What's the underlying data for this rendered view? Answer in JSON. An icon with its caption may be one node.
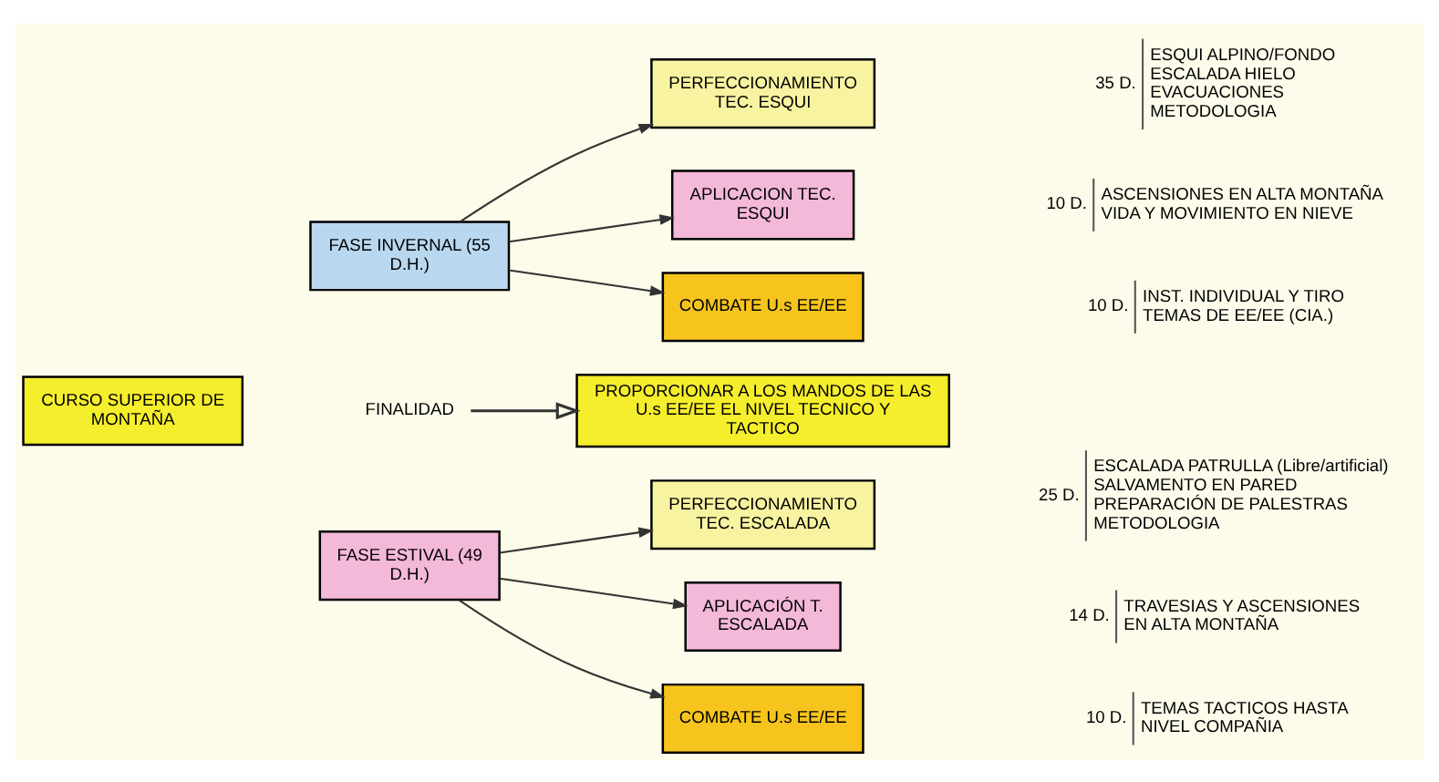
{
  "diagram": {
    "nodes": [
      {
        "text": [
          "CURSO SUPERIOR DE MONTAÑA"
        ]
      },
      {
        "text": [
          "FASE INVERNAL (55 D.H.)"
        ]
      },
      {
        "text": [
          "PERFECCIONAMIENTO TEC. ESQUI"
        ],
        "beside": [
          "35 D.",
          "ESQUI ALPINO/FONDO",
          "ESCALADA HIELO",
          "EVACUACIONES",
          "METODOLOGIA"
        ]
      },
      {
        "text": [
          "APLICACION TEC. ESQUI"
        ],
        "beside": [
          "10 D.",
          "ASCENSIONES EN ALTA MONTAÑA",
          "VIDA Y MOVIMIENTO EN NIEVE"
        ]
      },
      {
        "text": [
          "COMBATE U.s EE/EE"
        ],
        "beside": [
          "10 D.",
          "INST. INDIVIDUAL Y TIRO",
          "TEMAS DE EE/EE (CIA.)"
        ]
      },
      {
        "text": [
          "FINALIDAD"
        ]
      },
      {
        "text": [
          "PROPORCIONAR A LOS MANDOS DE LAS U.s EE/EE EL NIVEL TECNICO Y TACTICO"
        ]
      },
      {
        "text": [
          "FASE ESTIVAL (49 D.H.)"
        ]
      },
      {
        "text": [
          "PERFECCIONAMIENTO TEC. ESCALADA"
        ],
        "beside": [
          "25 D.",
          "ESCALADA PATRULLA (Libre/artificial)",
          "SALVAMENTO EN PARED",
          "PREPARACIÓN DE PALESTRAS",
          "METODOLOGIA"
        ]
      },
      {
        "text": [
          "APLICACIÓN T. ESCALADA"
        ],
        "beside": [
          "14 D.",
          "TRAVESIAS Y ASCENSIONES",
          "EN ALTA MONTAÑA"
        ]
      },
      {
        "text": [
          "COMBATE U.s EE/EE"
        ],
        "beside": [
          "10 D.",
          "TEMAS TACTICOS HASTA",
          "NIVEL COMPAÑIA"
        ]
      }
    ],
    "edges": [
      {
        "from": 1,
        "to": 2,
        "arrow": "to"
      },
      {
        "from": 1,
        "to": 3,
        "arrow": "to"
      },
      {
        "from": 1,
        "to": 4,
        "arrow": "to"
      },
      {
        "from": 5,
        "to": 6,
        "arrow": "to"
      },
      {
        "from": 7,
        "to": 8,
        "arrow": "to"
      },
      {
        "from": 7,
        "to": 9,
        "arrow": "to"
      },
      {
        "from": 7,
        "to": 10,
        "arrow": "to"
      }
    ]
  }
}
